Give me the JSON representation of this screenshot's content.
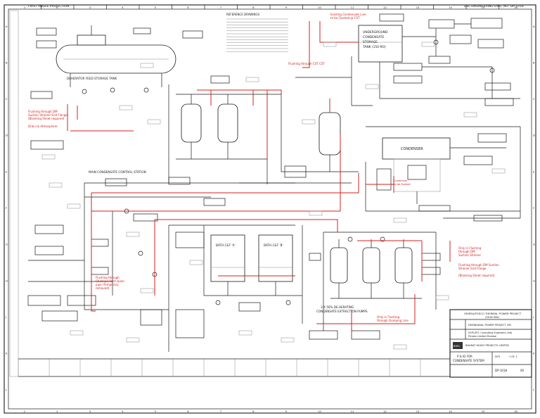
{
  "header": {
    "left": "FIRST ANGLE PROJECTION",
    "right": "DEL ENGINEERING DRG. NO. DP-1018"
  },
  "equipment": {
    "deaerator": "DEAERATOR FEED STORAGE TANK",
    "cond_tank_1": "UNDERGROUND",
    "cond_tank_2": "CONDENSATE",
    "cond_tank_3": "STORAGE",
    "cond_tank_4": "TANK (150 M3)",
    "condenser": "CONDENSER",
    "main_cond_station": "MAIN CONDENSATE CONTROL STATION",
    "cep_title_1": "3 X 50% DE-AERATING",
    "cep_title_2": "CONDENSATE EXTRACTION PUMPS",
    "bath_a": "BATH C&T 'A'",
    "bath_b": "BATH C&T 'B'",
    "ref_drawings": "REFERENCE DRAWINGS"
  },
  "annotations": {
    "flush_upper_1": "Flushing through DM",
    "flush_upper_2": "Suction Strainer End Flange",
    "flush_upper_3": "(Blanking Sheet required)",
    "drain_note": "Drain to Atmosphere",
    "drain_flush_1": "Condenser",
    "drain_flush_2": "to be flushed",
    "top_note_1": "Existing Condensate Line",
    "top_note_2": "to be Flushed @ CST",
    "mid_note": "Flushing through CST CST",
    "left_note_1": "Flushing through",
    "left_note_2": "Chemical feed spool",
    "left_note_3": "pipe (Temporary",
    "left_note_4": "removed)",
    "right_note_1": "Only in Flushing",
    "right_note_2": "through DM",
    "right_note_3": "Suction Strainer",
    "right_note_4": "Flushing through DM Suction",
    "right_note_5": "Strainer End Flange",
    "right_note_6": "(Blanking Sheet required)",
    "bottom_note_1": "Only in Flushing",
    "bottom_note_2": "through Dumping Line"
  },
  "title_block": {
    "project_1": "ORISSA/POSCO THERMAL POWER PROJECT",
    "project_2": "(3X18 MW)",
    "client": "DHENKANAL POWER PROJECT LTD",
    "consultant": "DCPL/PLT. Consulting Engineers (Ind)",
    "consultant_2": "Private Limited Mumbai",
    "contractor": "BHARAT HEAVY PROJECTS LIMITED",
    "dwg_title_1": "P & ID FOR",
    "dwg_title_2": "CONDENSATE SYSTEM",
    "dwg_no": "DP-1018",
    "sheet": "1 OF 1",
    "rev": "00",
    "scale": "NTS",
    "logo_text": "BHEL"
  },
  "grid": {
    "cols": [
      "1",
      "2",
      "3",
      "4",
      "5",
      "6",
      "7",
      "8",
      "9",
      "10",
      "11",
      "12",
      "13",
      "14",
      "15",
      "16"
    ],
    "rows": [
      "A",
      "B",
      "C",
      "D",
      "E",
      "F",
      "G",
      "H",
      "J",
      "K",
      "L"
    ]
  },
  "colors": {
    "flush_line": "#d42020",
    "process_line": "#1a1a1a"
  }
}
